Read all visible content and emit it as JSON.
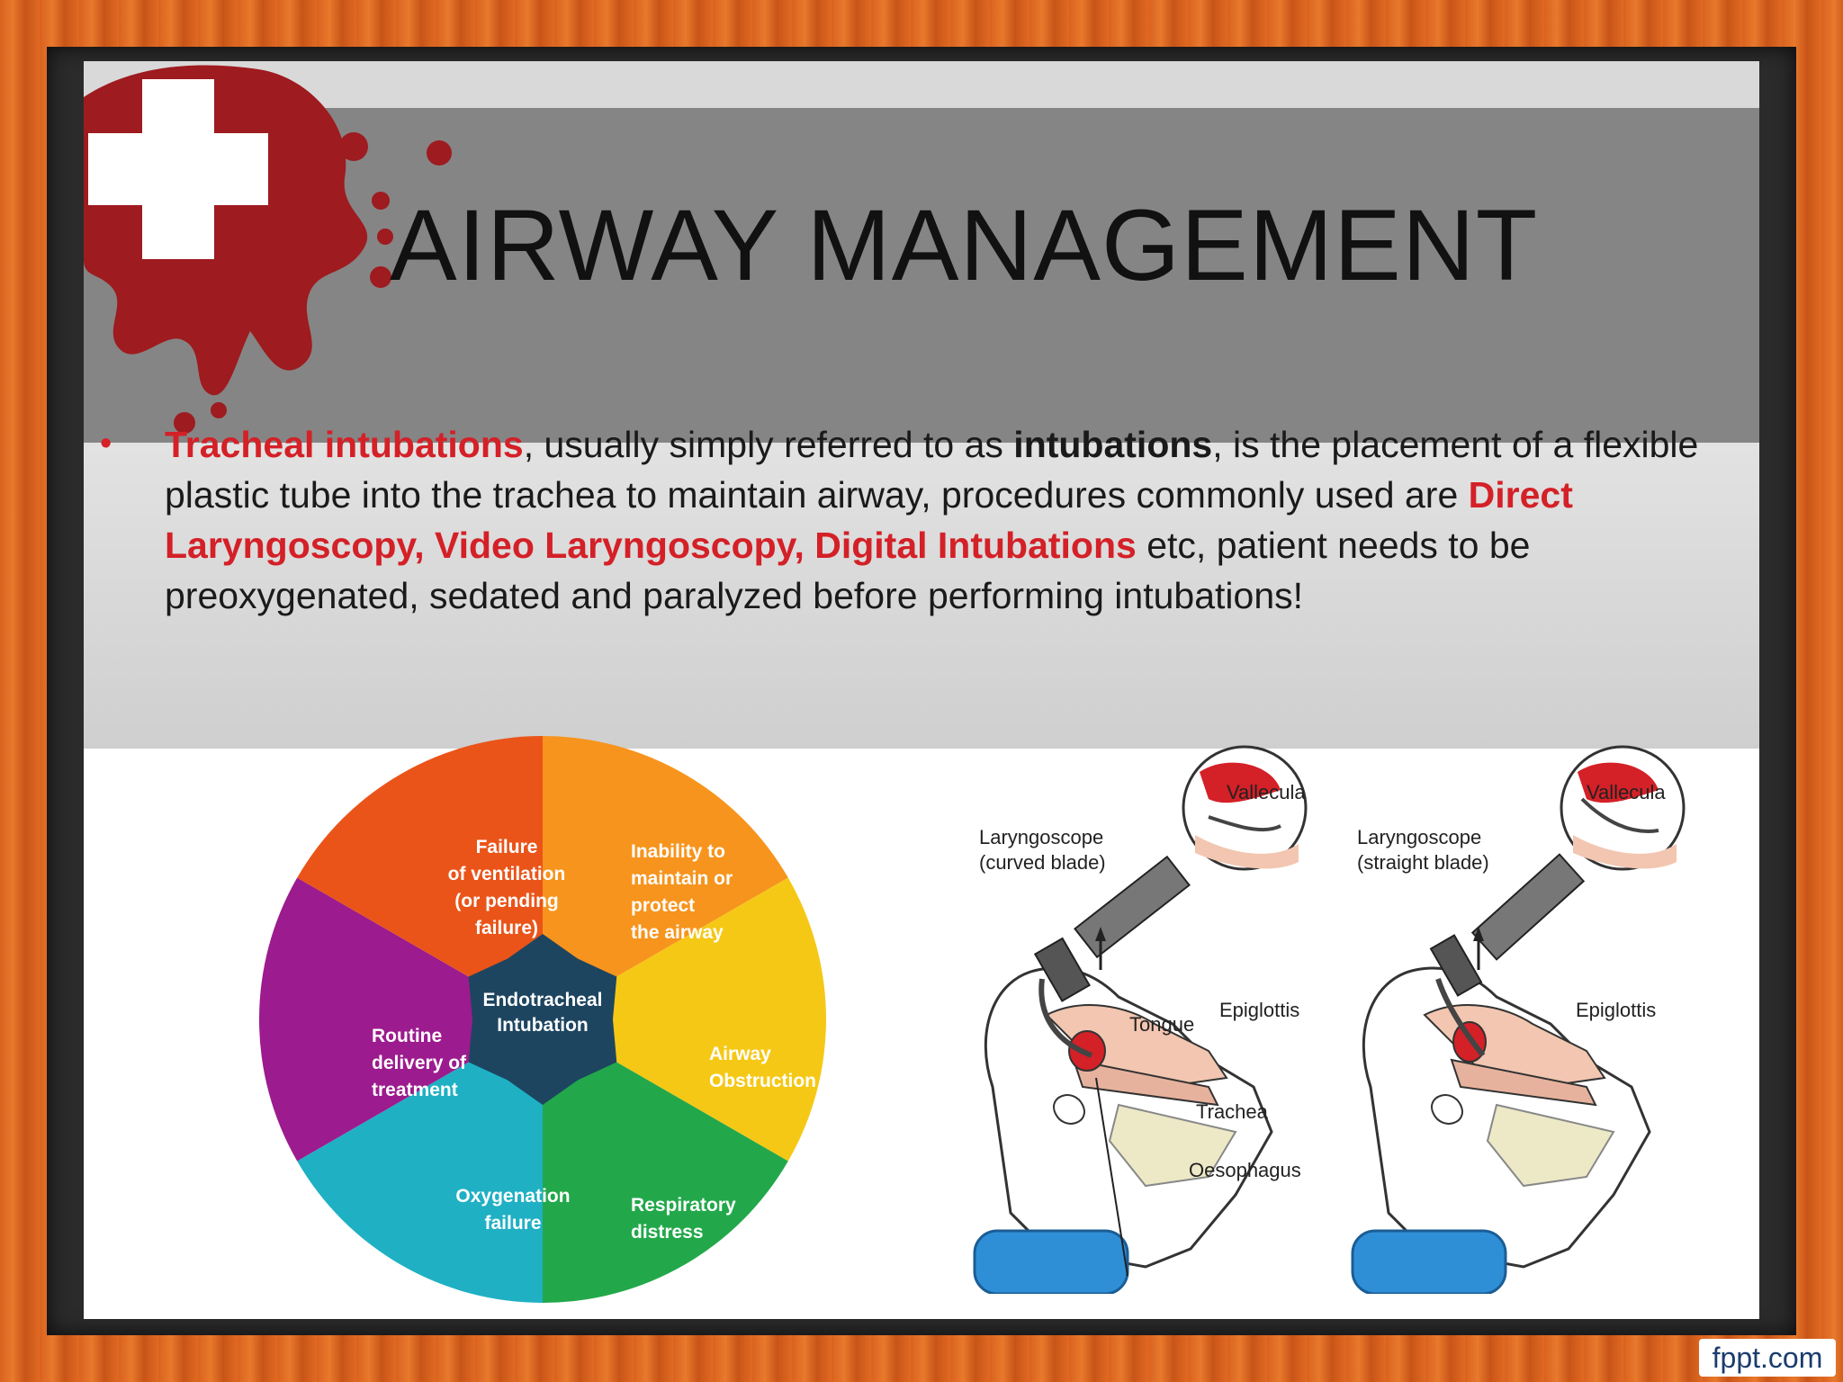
{
  "slide": {
    "title": "AIRWAY MANAGEMENT",
    "bullet_symbol": "•",
    "paragraph": {
      "term": "Tracheal intubations",
      "t1": ", usually simply referred to as ",
      "term2": "intubations",
      "t2": ", is the placement of a flexible plastic tube into the trachea to maintain airway, procedures commonly used are ",
      "procedures": "Direct Laryngoscopy, Video Laryngoscopy, Digital Intubations",
      "t3": " etc, patient needs to be preoxygenated, sedated and paralyzed before performing intubations!"
    }
  },
  "wheel": {
    "center": [
      "Endotracheal",
      "Intubation"
    ],
    "segments": [
      {
        "lines": [
          "Failure",
          "of ventilation",
          "(or pending",
          "failure)"
        ],
        "color": "#f7941d"
      },
      {
        "lines": [
          "Inability to",
          "maintain or",
          "protect",
          "the airway"
        ],
        "color": "#f5c816"
      },
      {
        "lines": [
          "Airway",
          "Obstruction"
        ],
        "color": "#22a84a"
      },
      {
        "lines": [
          "Respiratory",
          "distress"
        ],
        "color": "#1fb0c4"
      },
      {
        "lines": [
          "Oxygenation",
          "failure"
        ],
        "color": "#9c1b8e"
      },
      {
        "lines": [
          "Routine",
          "delivery of",
          "treatment"
        ],
        "color": "#ea5419"
      }
    ],
    "center_color": "#1d4560"
  },
  "anatomy": {
    "left_scope": [
      "Laryngoscope",
      "(curved blade)"
    ],
    "right_scope": [
      "Laryngoscope",
      "(straight blade)"
    ],
    "vallecula": "Vallecula",
    "epiglottis": "Epiglottis",
    "tongue": "Tongue",
    "trachea": "Trachea",
    "oesophagus": "Oesophagus"
  },
  "watermark": "fppt.com"
}
